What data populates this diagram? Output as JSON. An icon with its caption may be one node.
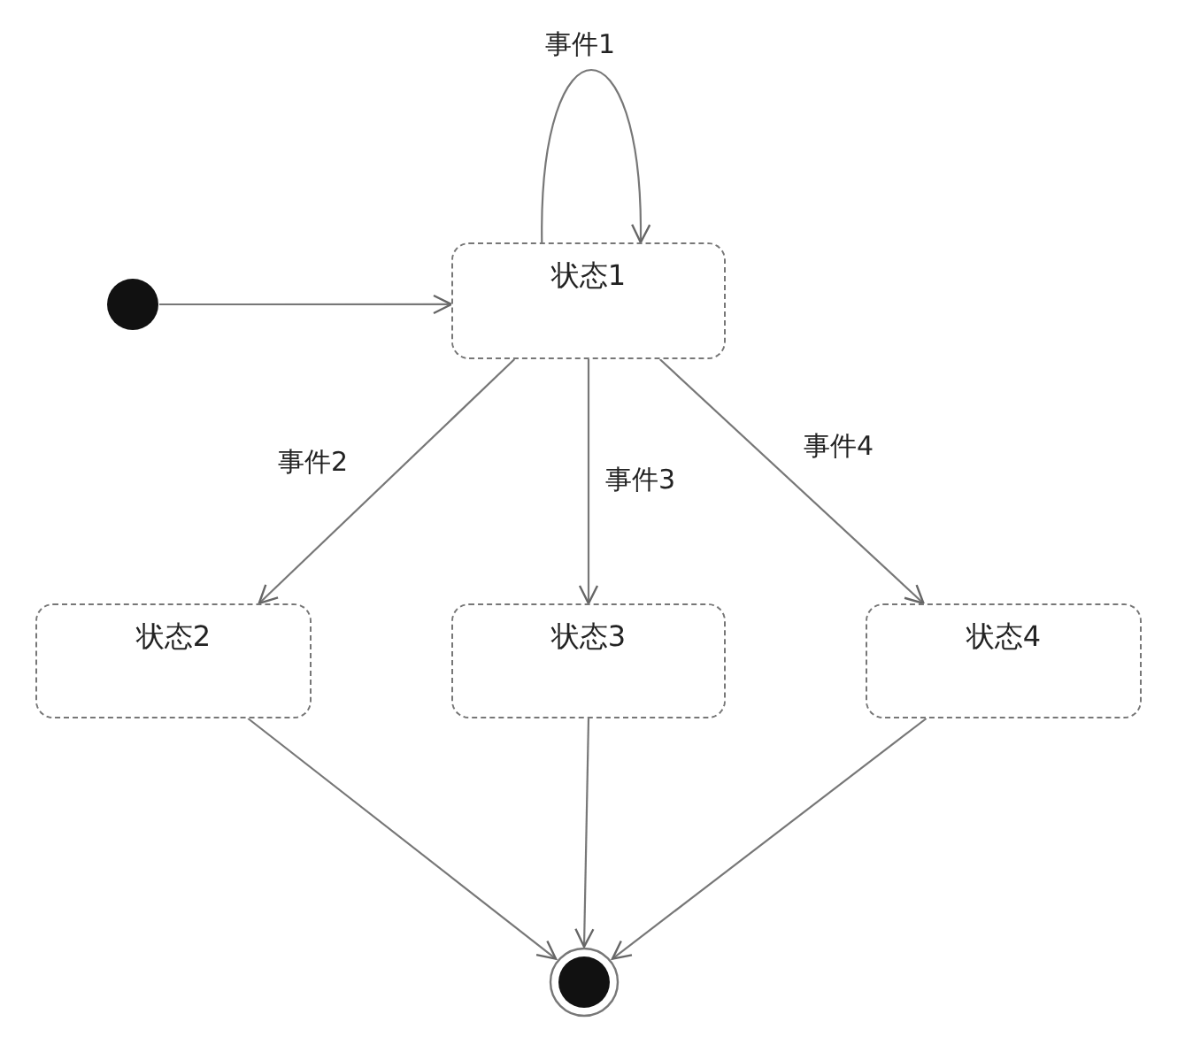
{
  "diagram": {
    "nodes": [
      {
        "text": [],
        "shape": "circle"
      },
      {
        "text": [
          "状态1"
        ]
      },
      {
        "text": [
          "状态2"
        ]
      },
      {
        "text": [
          "状态3"
        ]
      },
      {
        "text": [
          "状态4"
        ]
      },
      {
        "text": [],
        "shape": "bullseye"
      }
    ],
    "edges": [
      {
        "from": 0,
        "to": 1,
        "arrow": "to"
      },
      {
        "from": 1,
        "to": 1,
        "arrow": "to",
        "label": "事件1"
      },
      {
        "from": 1,
        "to": 2,
        "arrow": "to",
        "label": "事件2"
      },
      {
        "from": 1,
        "to": 3,
        "arrow": "to",
        "label": "事件3"
      },
      {
        "from": 1,
        "to": 4,
        "arrow": "to",
        "label": "事件4"
      },
      {
        "from": 2,
        "to": 5,
        "arrow": "to"
      },
      {
        "from": 3,
        "to": 5,
        "arrow": "to"
      },
      {
        "from": 4,
        "to": 5,
        "arrow": "to"
      }
    ]
  }
}
